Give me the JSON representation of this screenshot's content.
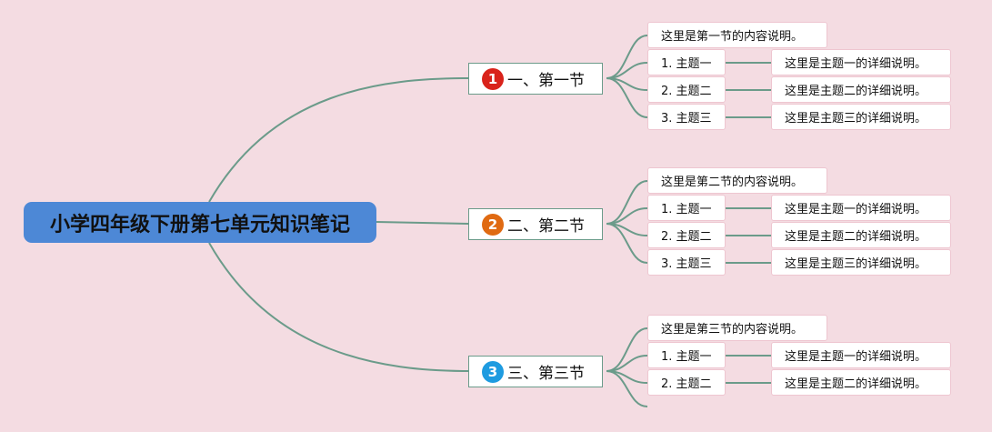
{
  "root": {
    "title": "小学四年级下册第七单元知识笔记"
  },
  "sections": [
    {
      "label": "一、第一节",
      "badge": "1",
      "badge_color": "#d9231b",
      "description": "这里是第一节的内容说明。",
      "topics": [
        {
          "label": "1. 主题一",
          "detail": "这里是主题一的详细说明。"
        },
        {
          "label": "2. 主题二",
          "detail": "这里是主题二的详细说明。"
        },
        {
          "label": "3. 主题三",
          "detail": "这里是主题三的详细说明。"
        }
      ]
    },
    {
      "label": "二、第二节",
      "badge": "2",
      "badge_color": "#e06a12",
      "description": "这里是第二节的内容说明。",
      "topics": [
        {
          "label": "1. 主题一",
          "detail": "这里是主题一的详细说明。"
        },
        {
          "label": "2. 主题二",
          "detail": "这里是主题二的详细说明。"
        },
        {
          "label": "3. 主题三",
          "detail": "这里是主题三的详细说明。"
        }
      ]
    },
    {
      "label": "三、第三节",
      "badge": "3",
      "badge_color": "#1e9be0",
      "description": "这里是第三节的内容说明。",
      "topics": [
        {
          "label": "1. 主题一",
          "detail": "这里是主题一的详细说明。"
        },
        {
          "label": "2. 主题二",
          "detail": "这里是主题二的详细说明。"
        }
      ]
    }
  ],
  "colors": {
    "background": "#f4dce2",
    "root_fill": "#4d88d6",
    "link": "#6b9b8a",
    "leaf_border": "#eec6d0"
  }
}
